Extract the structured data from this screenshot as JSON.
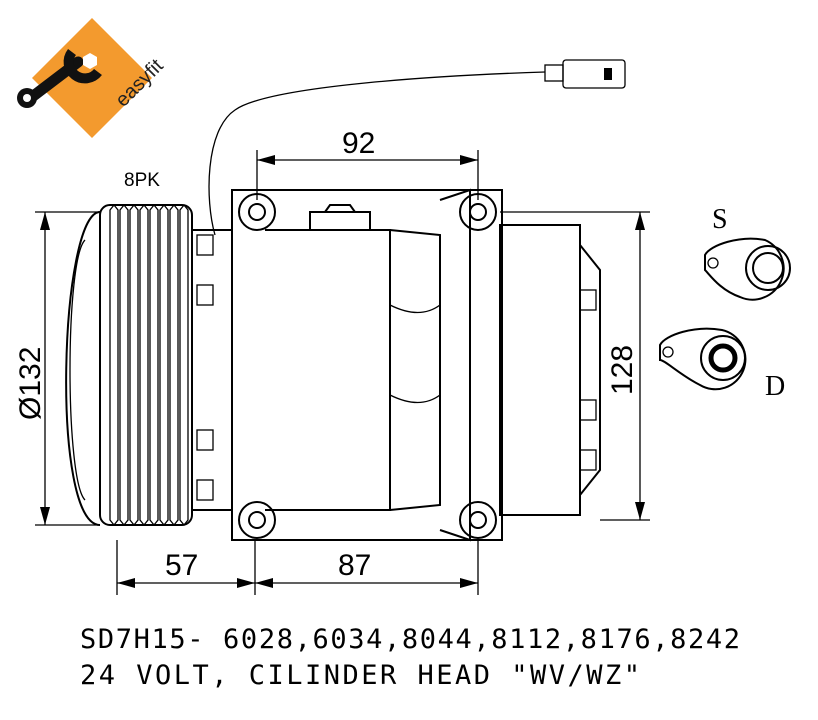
{
  "logo": {
    "text": "easyfit",
    "color": "#F39A2E"
  },
  "belt_label": "8PK",
  "dimensions": {
    "top_width": "92",
    "pulley_diameter": "Ø132",
    "height": "128",
    "pulley_offset": "57",
    "body_length": "87"
  },
  "ports": {
    "suction": "S",
    "discharge": "D"
  },
  "caption": {
    "line1": "SD7H15- 6028,6034,8044,8112,8176,8242",
    "line2": "24 VOLT, CILINDER HEAD \"WV/WZ\""
  }
}
